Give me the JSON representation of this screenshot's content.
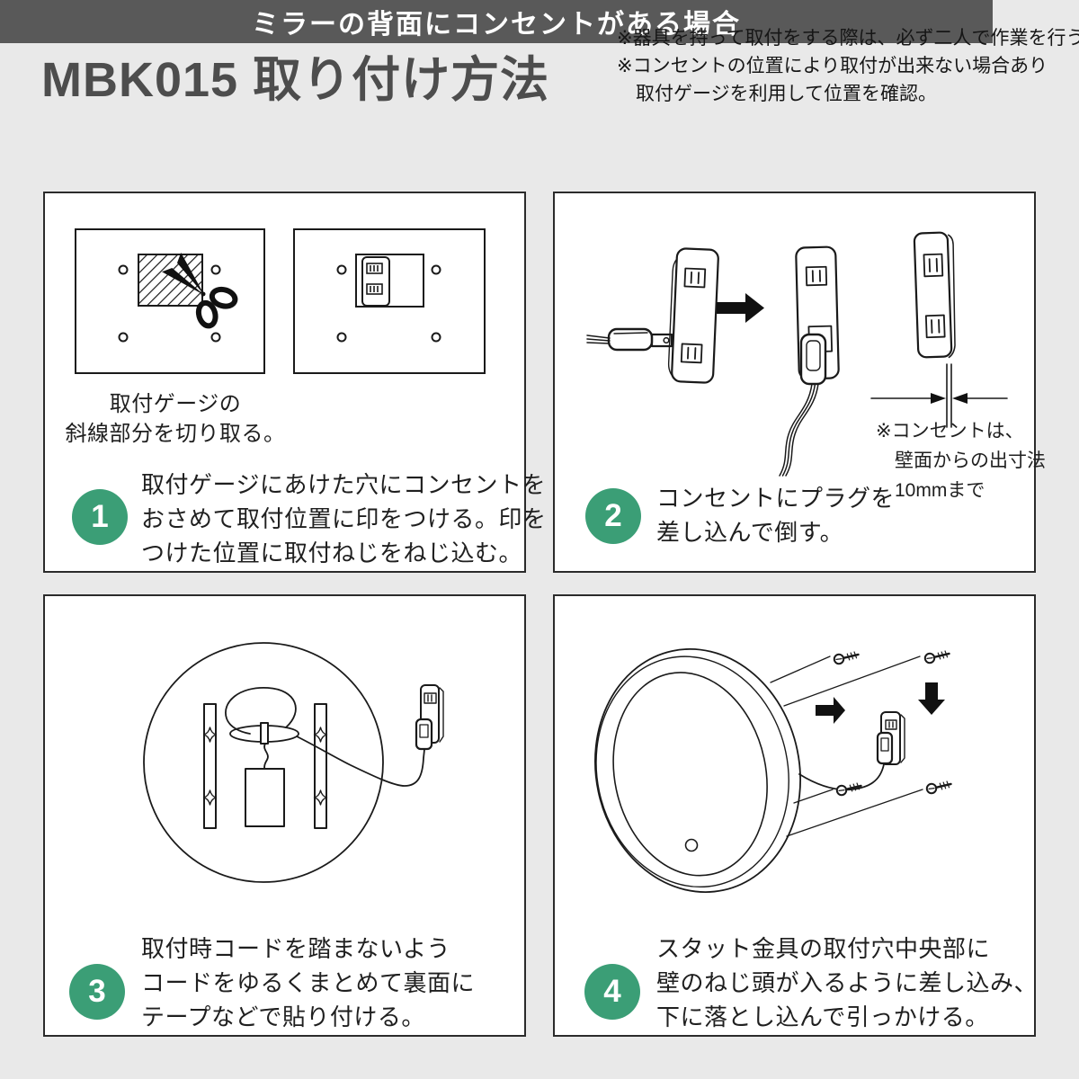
{
  "header": {
    "title": "MBK015 取り付け方法",
    "notes": [
      "※器具を持って取付をする際は、必ず二人で作業を行う。",
      "※コンセントの位置により取付が出来ない場合あり",
      "取付ゲージを利用して位置を確認。"
    ]
  },
  "banner": {
    "label": "ミラーの背面にコンセントがある場合"
  },
  "colors": {
    "page_bg": "#e9e9e9",
    "banner_bg": "#595959",
    "banner_text": "#ffffff",
    "title_text": "#4d4d4d",
    "body_text": "#1f1f1f",
    "step_badge_green": "#3b9e76",
    "line_art": "#1a1a1a",
    "panel_bg": "#ffffff"
  },
  "icons": {
    "scissors": "cut hatched area",
    "arrow_right": "insert direction",
    "arrow_down": "drop-down direction"
  },
  "steps": [
    {
      "number": "1",
      "caption": [
        "取付ゲージの",
        "斜線部分を切り取る。"
      ],
      "lines": [
        "取付ゲージにあけた穴にコンセントを",
        "おさめて取付位置に印をつける。印を",
        "つけた位置に取付ねじをねじ込む。"
      ]
    },
    {
      "number": "2",
      "lines": [
        "コンセントにプラグを",
        "差し込んで倒す。"
      ],
      "note": [
        "※コンセントは、",
        "壁面からの出寸法",
        "10mmまで"
      ]
    },
    {
      "number": "3",
      "lines": [
        "取付時コードを踏まないよう",
        "コードをゆるくまとめて裏面に",
        "テープなどで貼り付ける。"
      ]
    },
    {
      "number": "4",
      "lines": [
        "スタット金具の取付穴中央部に",
        "壁のねじ頭が入るように差し込み、",
        "下に落とし込んで引っかける。"
      ]
    }
  ]
}
